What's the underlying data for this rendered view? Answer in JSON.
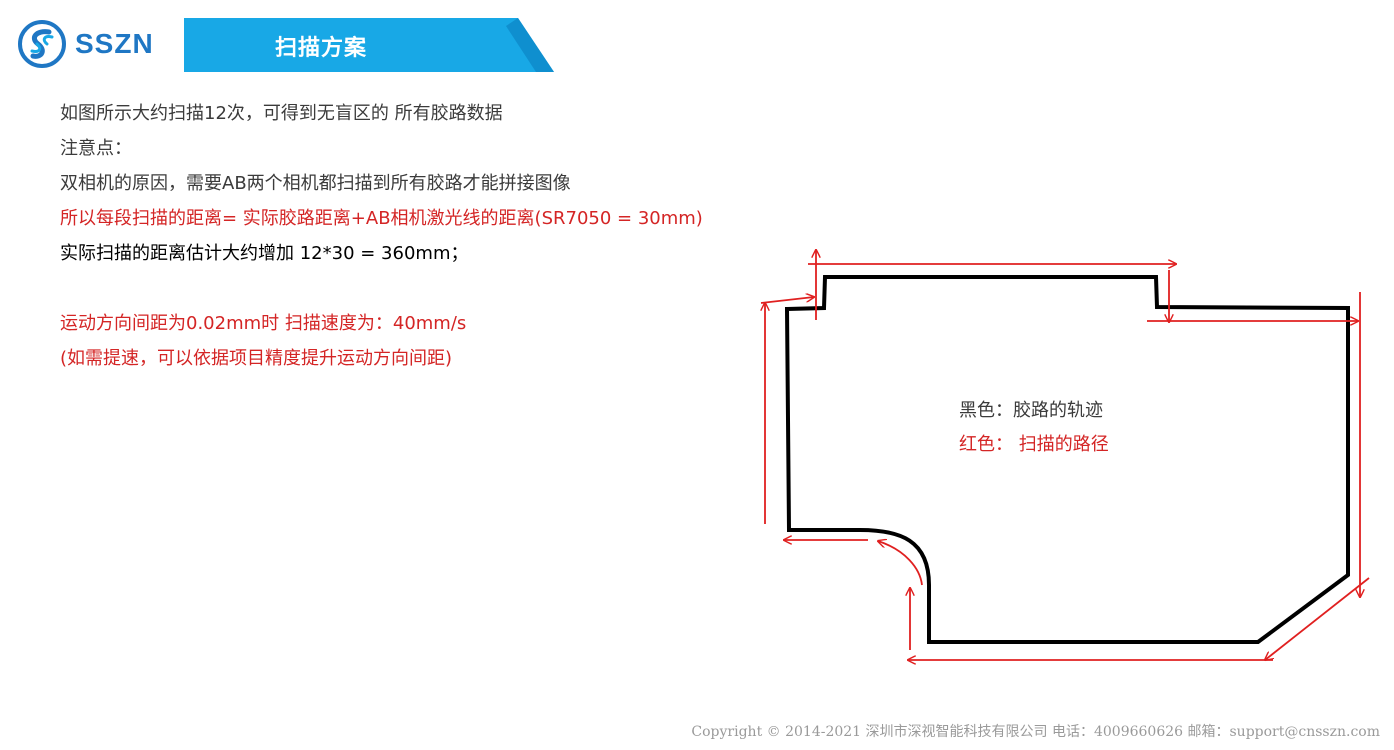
{
  "header": {
    "logo_text": "SSZN",
    "banner_title": "扫描方案",
    "colors": {
      "brand_blue": "#1f77c4",
      "banner_cyan": "#18a8e6"
    }
  },
  "content": {
    "lines": [
      "如图所示大约扫描12次，可得到无盲区的 所有胶路数据",
      "注意点：",
      "双相机的原因，需要AB两个相机都扫描到所有胶路才能拼接图像",
      "所以每段扫描的距离= 实际胶路距离+AB相机激光线的距离(SR7050 = 30mm)",
      "实际扫描的距离估计大约增加 12*30 = 360mm；",
      " 运动方向间距为0.02mm时 扫描速度为：40mm/s",
      "(如需提速，可以依据项目精度提升运动方向间距)"
    ],
    "colors": {
      "text_gray": "#3b3b3b",
      "text_red": "#d42525"
    }
  },
  "diagram": {
    "legend_black": "黑色：胶路的轨迹",
    "legend_red": "红色： 扫描的路径",
    "colors": {
      "glue_path": "#000000",
      "scan_path": "#e02020"
    }
  },
  "footer": {
    "text": "Copyright © 2014-2021 深圳市深视智能科技有限公司  电话：4009660626 邮箱：support@cnsszn.com"
  }
}
